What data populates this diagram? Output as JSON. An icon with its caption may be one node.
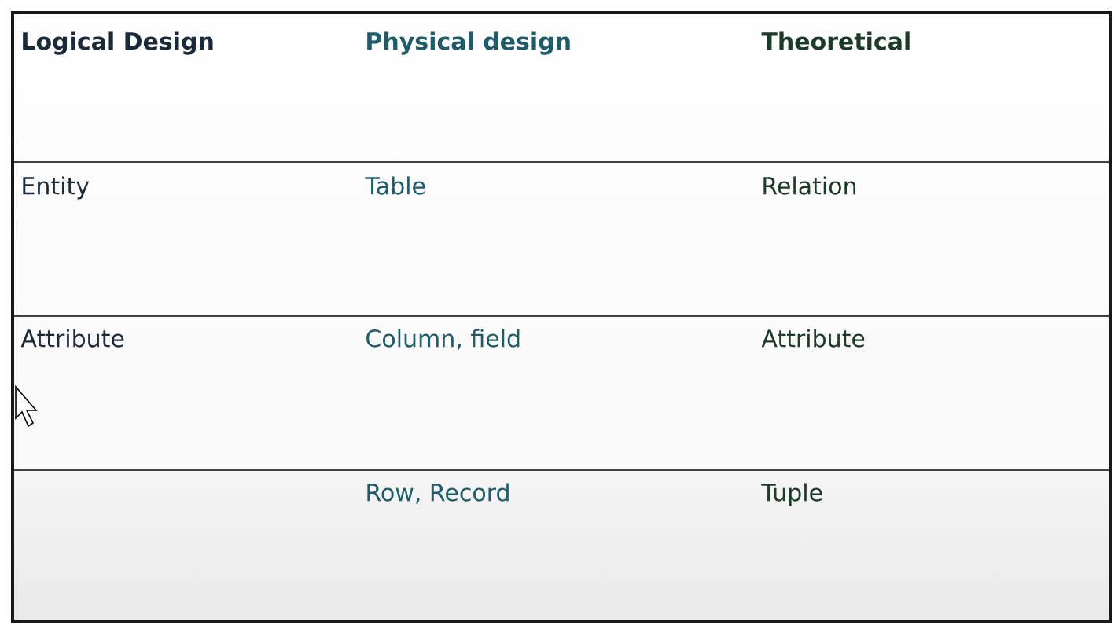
{
  "diagram": {
    "labels": [
      "Logical Design",
      "Physical design",
      "Theoretical",
      "Entity",
      "Table",
      "Relation",
      "Attribute",
      "Column, field",
      "Attribute",
      "Row, Record",
      "Tuple"
    ]
  }
}
